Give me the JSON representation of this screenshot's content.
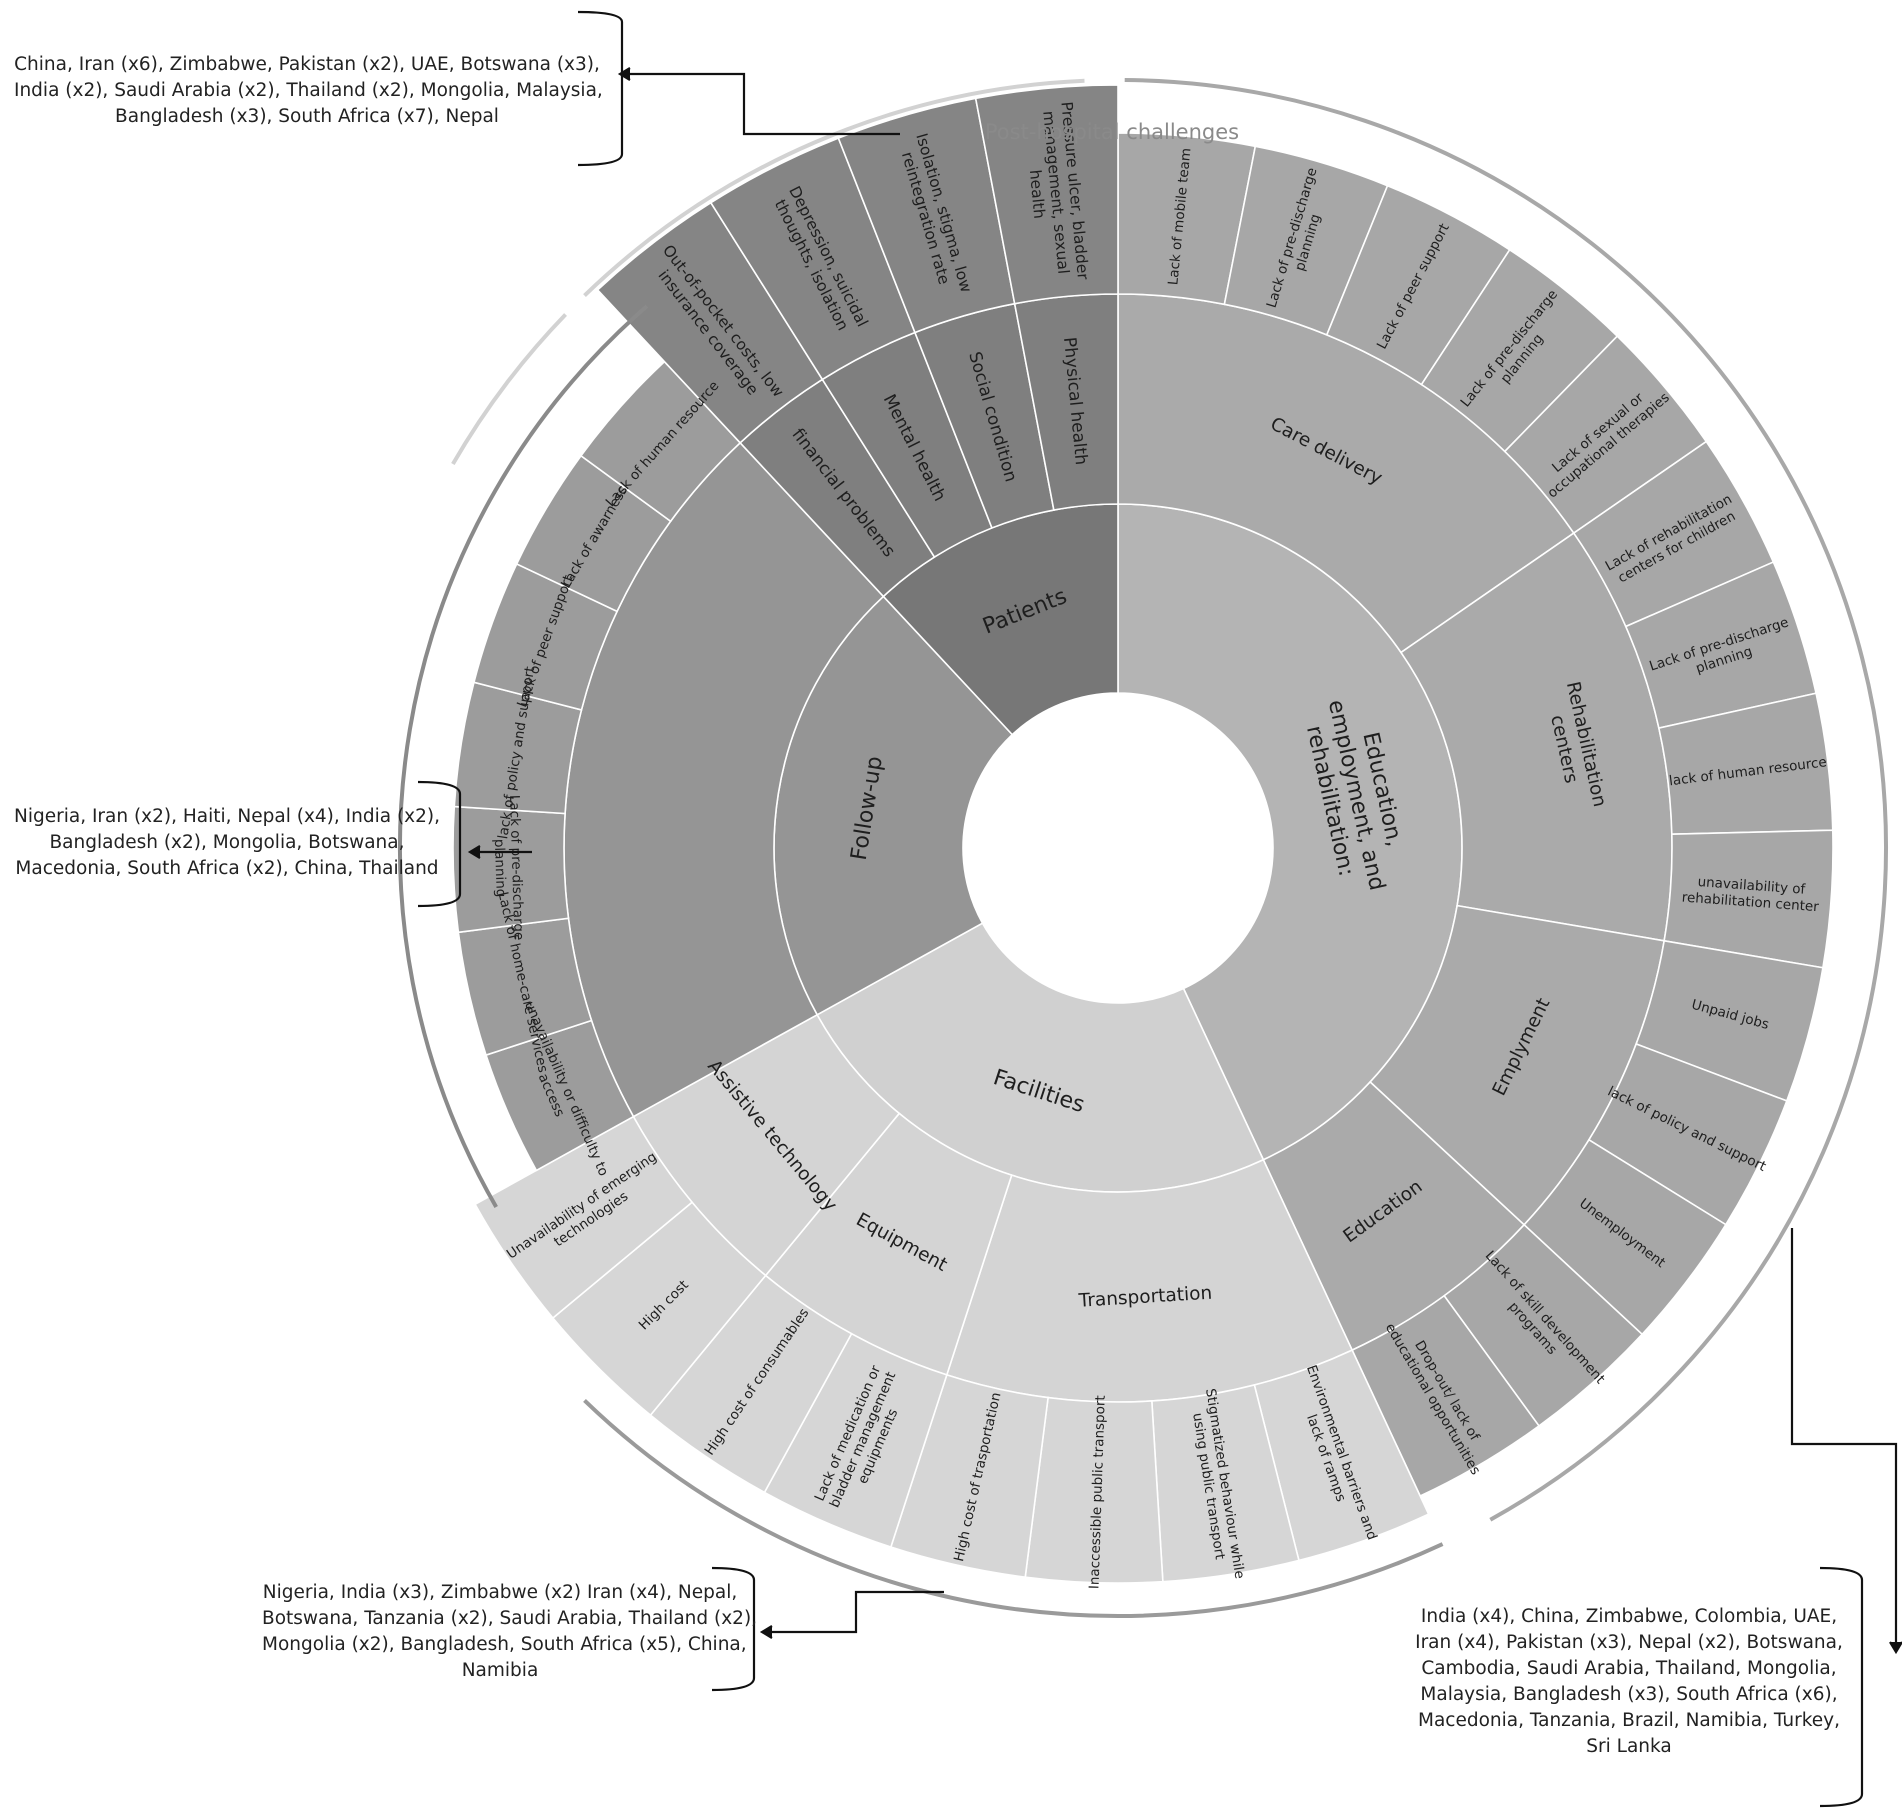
{
  "title": "Post-hospital challenges",
  "colors": {
    "education_employment": [
      "#b4b4b4",
      "#aaaaaa",
      "#a7a7a7"
    ],
    "facilities": [
      "#d0d0d0",
      "#d4d4d4",
      "#d6d6d6"
    ],
    "follow_up": [
      "#959595",
      "#9c9c9c",
      "#a4a4a4"
    ],
    "patients": [
      "#777777",
      "#7f7f7f",
      "#858585"
    ],
    "arcs": [
      "#d2d2d2",
      "#9a9a9a",
      "#a8a8a8",
      "#8a8a8a"
    ]
  },
  "sunburst": [
    {
      "name": "Education, employment, and rehabilitation:",
      "lines": [
        "Education,",
        "employment, and",
        "rehabilitation:"
      ],
      "children": [
        {
          "name": "Care delivery",
          "lines": [
            "Care delivery"
          ],
          "children": [
            {
              "lines": [
                "Lack of mobile team"
              ]
            },
            {
              "lines": [
                "Lack of pre-discharge",
                "planning"
              ]
            },
            {
              "lines": [
                "Lack of peer support"
              ]
            },
            {
              "lines": [
                "Lack of pre-discharge",
                "planning"
              ]
            },
            {
              "lines": [
                "Lack of sexual or",
                "occupational therapies"
              ]
            }
          ]
        },
        {
          "name": "Rehabilitation centers",
          "lines": [
            "Rehabilitation",
            "centers"
          ],
          "children": [
            {
              "lines": [
                "Lack of rehabilitation",
                "centers for children"
              ]
            },
            {
              "lines": [
                "Lack of pre-discharge",
                "planning"
              ]
            },
            {
              "lines": [
                "lack of human resource"
              ]
            },
            {
              "lines": [
                "unavailability of",
                "rehabilitation center"
              ]
            }
          ]
        },
        {
          "name": "Emplyment",
          "lines": [
            "Emplyment"
          ],
          "children": [
            {
              "lines": [
                "Unpaid jobs"
              ]
            },
            {
              "lines": [
                "lack of policy and support"
              ]
            },
            {
              "lines": [
                "Unemployment"
              ]
            }
          ]
        },
        {
          "name": "Education",
          "lines": [
            "Education"
          ],
          "children": [
            {
              "lines": [
                "Lack of skill development",
                "programs"
              ]
            },
            {
              "lines": [
                "Drop-out/ lack of",
                "educational opportunities"
              ]
            }
          ]
        }
      ]
    },
    {
      "name": "Facilities",
      "lines": [
        "Facilities"
      ],
      "children": [
        {
          "name": "Transportation",
          "lines": [
            "Transportation"
          ],
          "children": [
            {
              "lines": [
                "Environmental barriers and",
                "lack of ramps"
              ]
            },
            {
              "lines": [
                "Stigmatized behaviour while",
                "using public transport"
              ]
            },
            {
              "lines": [
                "Inaccessible public transport"
              ]
            },
            {
              "lines": [
                "High cost of trasportation"
              ]
            }
          ]
        },
        {
          "name": "Equipment",
          "lines": [
            "Equipment"
          ],
          "children": [
            {
              "lines": [
                "Lack of medication or",
                "bladder management",
                "equipments"
              ]
            },
            {
              "lines": [
                "High cost of consumables"
              ]
            }
          ]
        },
        {
          "name": "Assistive technology",
          "lines": [
            "Assistive technology"
          ],
          "children": [
            {
              "lines": [
                "High cost"
              ]
            },
            {
              "lines": [
                "Unavailability of emerging",
                "technologies"
              ]
            }
          ]
        }
      ]
    },
    {
      "name": "Follow-up",
      "lines": [
        "Follow-up"
      ],
      "children": [
        {
          "lines": [
            "unavailability or difficulty to",
            "access"
          ]
        },
        {
          "lines": [
            "Lack of home-care services"
          ]
        },
        {
          "lines": [
            "Lack of pre-discharge",
            "planning"
          ]
        },
        {
          "lines": [
            "lack of policy and support"
          ]
        },
        {
          "lines": [
            "Lack of peer support"
          ]
        },
        {
          "lines": [
            "Lack of awarness"
          ]
        },
        {
          "lines": [
            "Lack of human resource"
          ]
        }
      ]
    },
    {
      "name": "Patients",
      "lines": [
        "Patients"
      ],
      "children": [
        {
          "name": "financial problems",
          "lines": [
            "financial problems"
          ],
          "children": [
            {
              "lines": [
                "Out-of-pocket costs, low",
                "insurance coverage"
              ]
            }
          ]
        },
        {
          "name": "Mental health",
          "lines": [
            "Mental health"
          ],
          "children": [
            {
              "lines": [
                "Depression, suicidal",
                "thoughts, isolation"
              ]
            }
          ]
        },
        {
          "name": "Social condition",
          "lines": [
            "Social condition"
          ],
          "children": [
            {
              "lines": [
                "Isolation, stigma, low",
                "reintegration rate"
              ]
            }
          ]
        },
        {
          "name": "Physical health",
          "lines": [
            "Physical health"
          ],
          "children": [
            {
              "lines": [
                "Pressure ulcer, bladder",
                "management, sexual",
                "health"
              ]
            }
          ]
        }
      ]
    }
  ],
  "annotations": {
    "patients": [
      "China, Iran (x6), Zimbabwe, Pakistan (x2), UAE, Botswana (x3),",
      "India (x2), Saudi Arabia (x2), Thailand (x2), Mongolia, Malaysia,",
      "Bangladesh (x3), South Africa (x7), Nepal"
    ],
    "follow_up": [
      "Nigeria, Iran (x2), Haiti, Nepal (x4), India (x2),",
      "Bangladesh (x2), Mongolia, Botswana,",
      "Macedonia, South Africa (x2), China, Thailand"
    ],
    "facilities": [
      "Nigeria, India (x3), Zimbabwe (x2) Iran (x4), Nepal,",
      "Botswana, Tanzania (x2), Saudi Arabia, Thailand (x2),",
      "Mongolia (x2), Bangladesh, South Africa (x5), China,",
      "Namibia"
    ],
    "education": [
      "India (x4), China, Zimbabwe, Colombia, UAE,",
      "Iran (x4), Pakistan (x3), Nepal (x2), Botswana,",
      "Cambodia, Saudi Arabia, Thailand, Mongolia,",
      "Malaysia, Bangladesh (x3), South Africa (x6),",
      "Macedonia, Tanzania, Brazil, Namibia,  Turkey,",
      "Sri Lanka"
    ]
  }
}
